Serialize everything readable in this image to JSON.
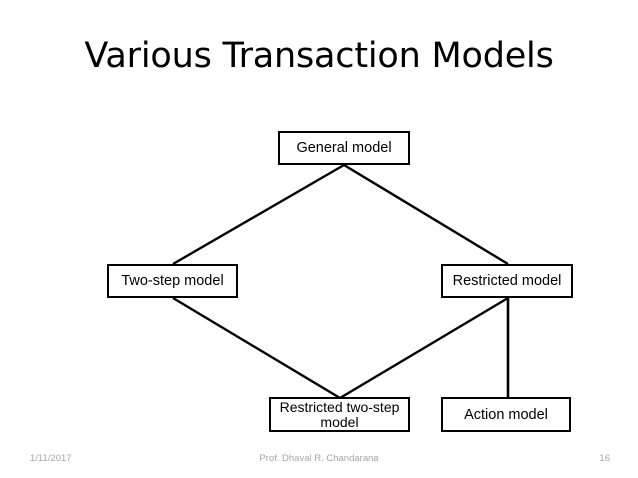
{
  "slide": {
    "title": "Various Transaction Models",
    "page_number": "16"
  },
  "diagram": {
    "type": "hierarchy",
    "nodes": [
      {
        "id": "general",
        "label": "General model"
      },
      {
        "id": "two_step",
        "label": "Two-step model"
      },
      {
        "id": "restricted",
        "label": "Restricted model"
      },
      {
        "id": "restricted_two",
        "label": "Restricted two-step\nmodel"
      },
      {
        "id": "action",
        "label": "Action model"
      }
    ],
    "edges": [
      {
        "from": "general",
        "to": "two_step"
      },
      {
        "from": "general",
        "to": "restricted"
      },
      {
        "from": "two_step",
        "to": "restricted_two"
      },
      {
        "from": "restricted",
        "to": "restricted_two"
      },
      {
        "from": "restricted",
        "to": "action"
      }
    ],
    "line_color": "#000000",
    "box_border_color": "#000000",
    "box_fill_color": "#ffffff"
  },
  "footer": {
    "date": "1/11/2017",
    "author": "Prof. Dhaval R. Chandarana",
    "page": "16",
    "text_color": "#a6a6a6"
  }
}
